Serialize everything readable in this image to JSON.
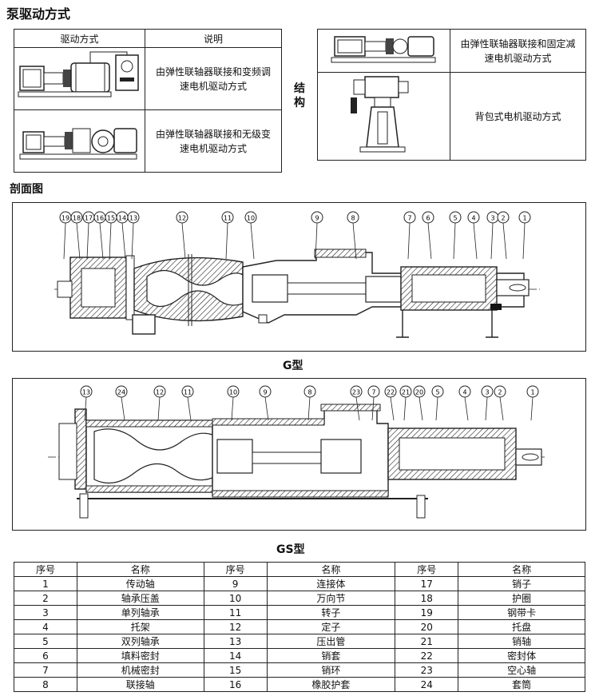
{
  "drive_section": {
    "title": "泵驱动方式",
    "table_headers": {
      "method": "驱动方式",
      "note": "说明"
    },
    "rows": [
      {
        "desc": "由弹性联轴器联接和变频调速电机驱动方式"
      },
      {
        "desc": "由弹性联轴器联接和无级变速电机驱动方式"
      }
    ]
  },
  "structure_section": {
    "label": "结构",
    "rows": [
      {
        "desc": "由弹性联轴器联接和固定减速电机驱动方式"
      },
      {
        "desc": "背包式电机驱动方式"
      }
    ]
  },
  "section_view": {
    "title": "剖面图"
  },
  "g_type": {
    "caption": "G型",
    "callouts": [
      "19",
      "18",
      "17",
      "16",
      "15",
      "14",
      "13",
      "12",
      "11",
      "10",
      "9",
      "8",
      "7",
      "6",
      "5",
      "4",
      "3",
      "2",
      "1"
    ]
  },
  "gs_type": {
    "caption": "GS型",
    "callouts": [
      "13",
      "24",
      "12",
      "11",
      "10",
      "9",
      "8",
      "23",
      "7",
      "22",
      "21",
      "20",
      "5",
      "4",
      "3",
      "2",
      "1"
    ]
  },
  "parts_table": {
    "headers": [
      "序号",
      "名称",
      "序号",
      "名称",
      "序号",
      "名称"
    ],
    "rows": [
      [
        "1",
        "传动轴",
        "9",
        "连接体",
        "17",
        "销子"
      ],
      [
        "2",
        "轴承压盖",
        "10",
        "万向节",
        "18",
        "护圈"
      ],
      [
        "3",
        "单列轴承",
        "11",
        "转子",
        "19",
        "钢带卡"
      ],
      [
        "4",
        "托架",
        "12",
        "定子",
        "20",
        "托盘"
      ],
      [
        "5",
        "双列轴承",
        "13",
        "压出管",
        "21",
        "销轴"
      ],
      [
        "6",
        "填料密封",
        "14",
        "销套",
        "22",
        "密封体"
      ],
      [
        "7",
        "机械密封",
        "15",
        "销环",
        "23",
        "空心轴"
      ],
      [
        "8",
        "联接轴",
        "16",
        "橡胶护套",
        "24",
        "套筒"
      ]
    ]
  }
}
